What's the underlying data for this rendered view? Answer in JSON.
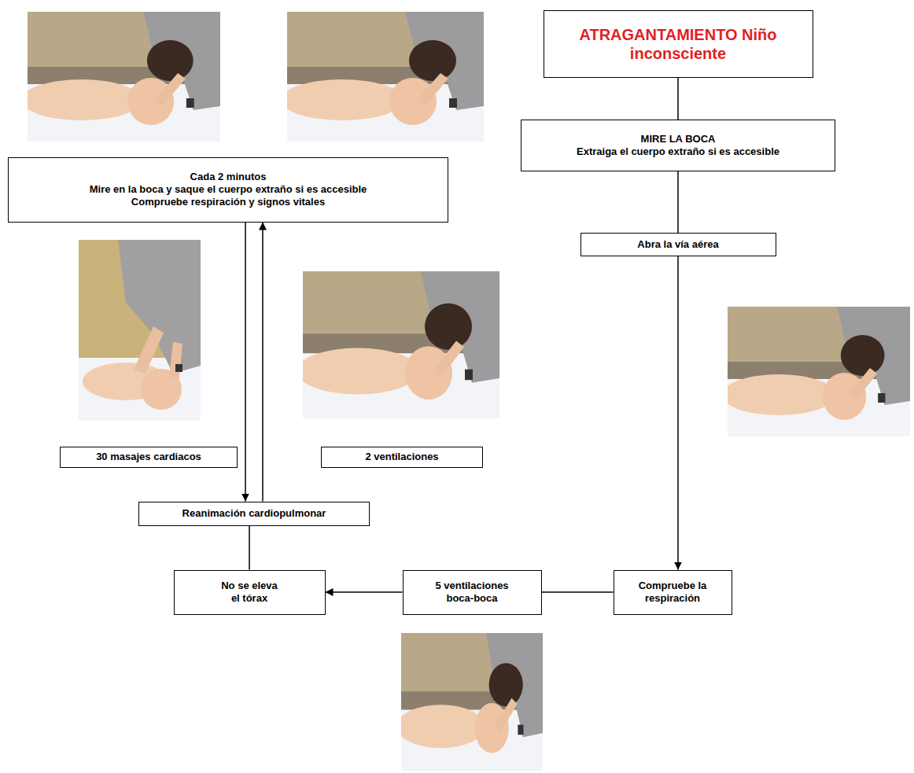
{
  "diagram": {
    "nodes": [
      {
        "text": [
          "ATRAGANTAMIENTO Niño inconsciente"
        ]
      },
      {
        "text": [
          "MIRE LA BOCA",
          "Extraiga el cuerpo extraño si es accesible"
        ]
      },
      {
        "text": [
          "Abra la vía aérea"
        ]
      },
      {
        "text": [
          "Compruebe la respiración"
        ]
      },
      {
        "text": [
          "5 ventilaciones boca-boca"
        ]
      },
      {
        "text": [
          "No se eleva el tórax"
        ]
      },
      {
        "text": [
          "Reanimación cardiopulmonar"
        ]
      },
      {
        "text": [
          "Cada 2 minutos",
          "Mire en la boca y saque el cuerpo extraño si es accesible",
          "Compruebe respiración y signos vitales"
        ]
      },
      {
        "text": [
          "30 masajes cardiacos"
        ]
      },
      {
        "text": [
          "2 ventilaciones"
        ]
      }
    ],
    "edges": [
      {
        "from": 0,
        "to": 1,
        "arrow": "none"
      },
      {
        "from": 1,
        "to": 2,
        "arrow": "none"
      },
      {
        "from": 2,
        "to": 3,
        "arrow": "to"
      },
      {
        "from": 3,
        "to": 4,
        "arrow": "none"
      },
      {
        "from": 4,
        "to": 5,
        "arrow": "to"
      },
      {
        "from": 5,
        "to": 6,
        "arrow": "none"
      },
      {
        "from": 6,
        "to": 7,
        "arrow": "to"
      },
      {
        "from": 7,
        "to": 6,
        "arrow": "to"
      }
    ]
  }
}
